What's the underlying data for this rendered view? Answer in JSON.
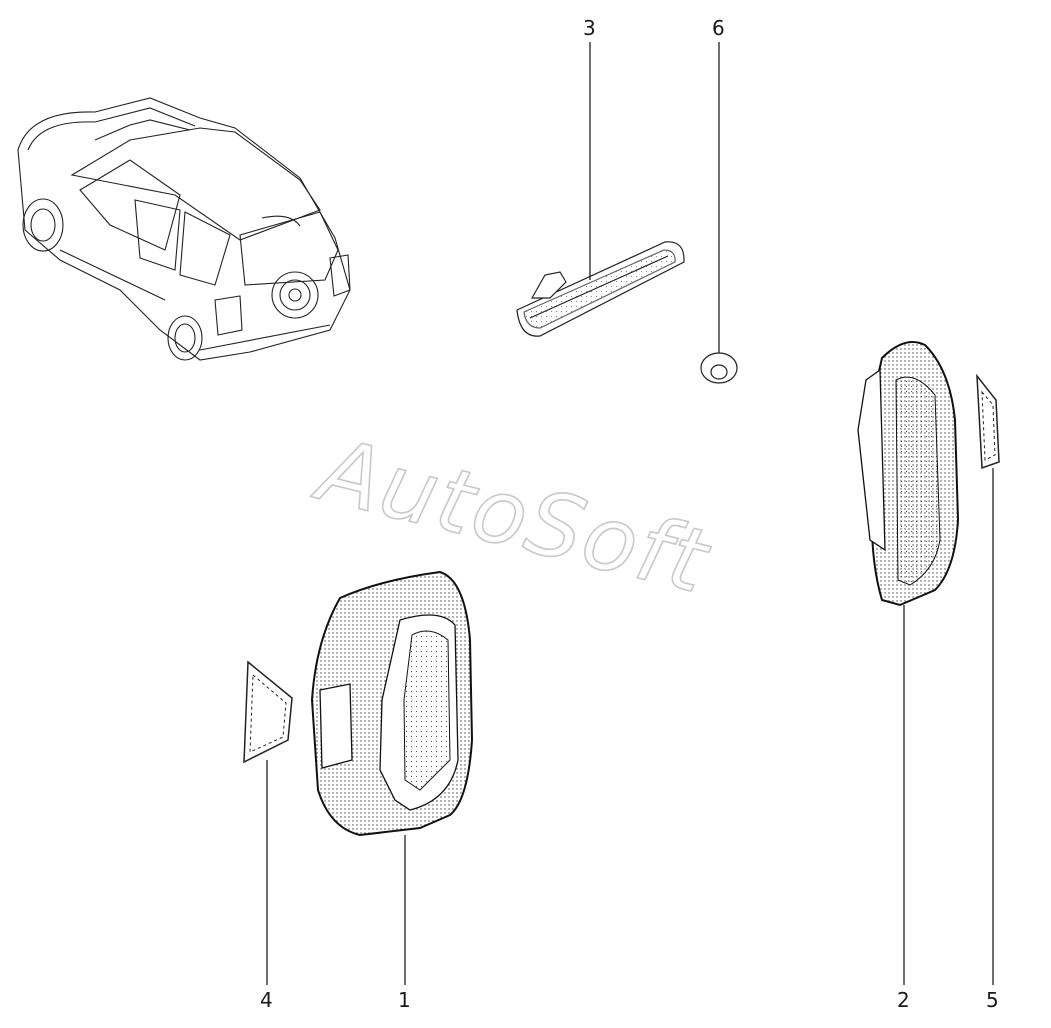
{
  "callouts": {
    "n1": "1",
    "n2": "2",
    "n3": "3",
    "n4": "4",
    "n5": "5",
    "n6": "6"
  },
  "watermark": "AutoSoft",
  "colors": {
    "line": "#1a1a1a",
    "watermark_stroke": "#c9c9c9"
  }
}
